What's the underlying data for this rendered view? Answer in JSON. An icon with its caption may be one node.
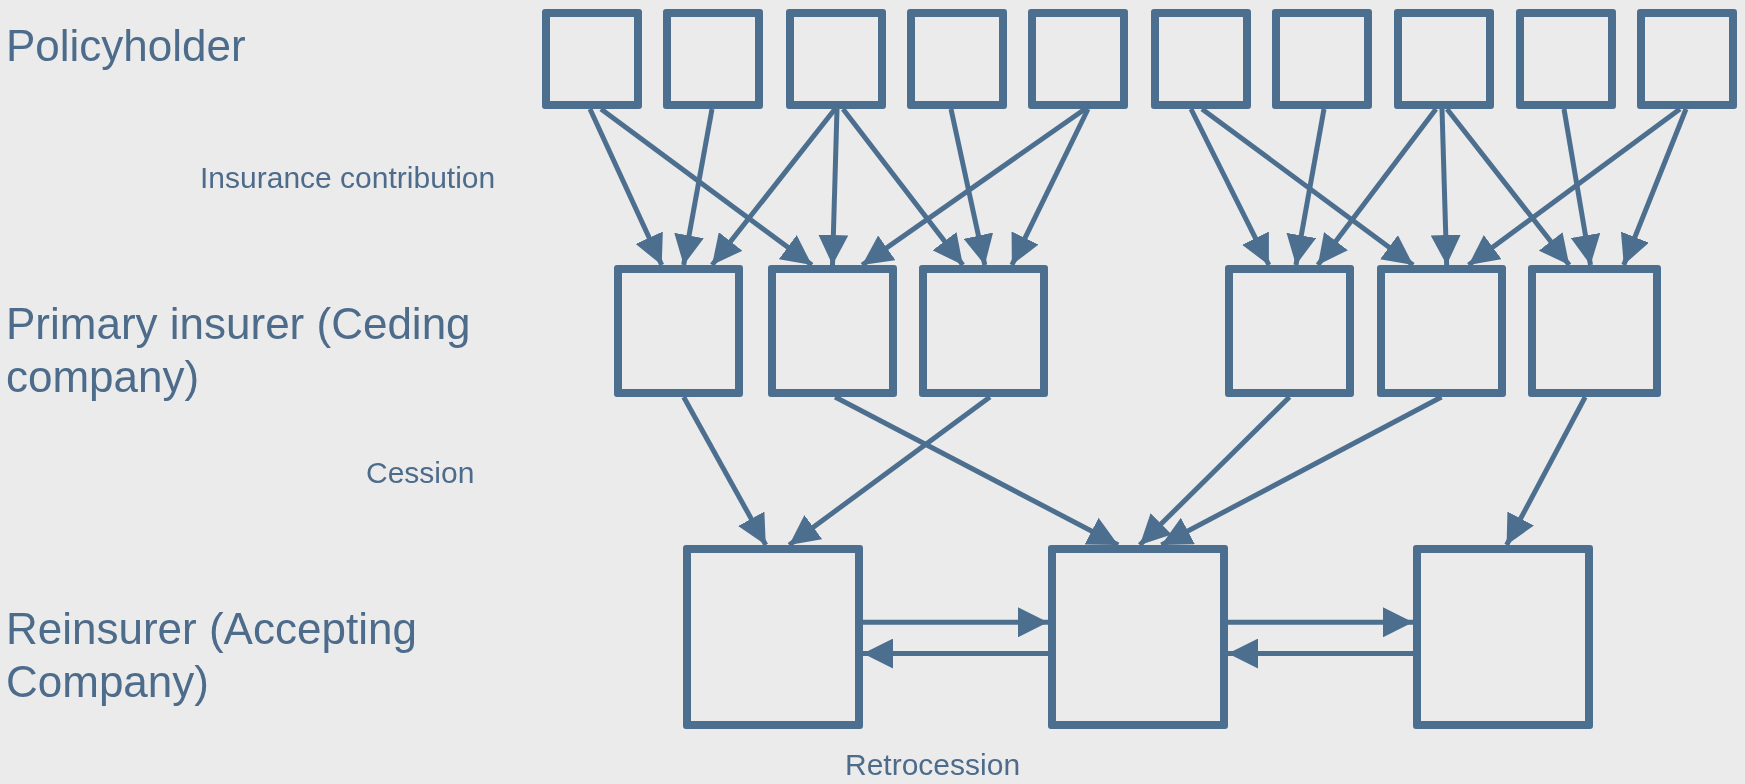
{
  "diagram": {
    "nodes": [
      {
        "text": [],
        "shape": "box"
      },
      {
        "text": [],
        "shape": "box"
      },
      {
        "text": [],
        "shape": "box"
      },
      {
        "text": [],
        "shape": "box"
      },
      {
        "text": [],
        "shape": "box"
      },
      {
        "text": [],
        "shape": "box"
      },
      {
        "text": [],
        "shape": "box"
      },
      {
        "text": [],
        "shape": "box"
      },
      {
        "text": [],
        "shape": "box"
      },
      {
        "text": [],
        "shape": "box"
      },
      {
        "text": [],
        "shape": "box"
      },
      {
        "text": [],
        "shape": "box"
      },
      {
        "text": [],
        "shape": "box"
      },
      {
        "text": [],
        "shape": "box"
      },
      {
        "text": [],
        "shape": "box"
      },
      {
        "text": [],
        "shape": "box"
      },
      {
        "text": [],
        "shape": "box"
      },
      {
        "text": [],
        "shape": "box"
      },
      {
        "text": [],
        "shape": "box"
      }
    ],
    "edges": [
      {
        "from": 0,
        "to": 10,
        "arrow": "to"
      },
      {
        "from": 0,
        "to": 11,
        "arrow": "to"
      },
      {
        "from": 1,
        "to": 10,
        "arrow": "to"
      },
      {
        "from": 2,
        "to": 10,
        "arrow": "to"
      },
      {
        "from": 2,
        "to": 11,
        "arrow": "to"
      },
      {
        "from": 2,
        "to": 12,
        "arrow": "to"
      },
      {
        "from": 3,
        "to": 12,
        "arrow": "to"
      },
      {
        "from": 4,
        "to": 11,
        "arrow": "to"
      },
      {
        "from": 4,
        "to": 12,
        "arrow": "to"
      },
      {
        "from": 5,
        "to": 13,
        "arrow": "to"
      },
      {
        "from": 5,
        "to": 14,
        "arrow": "to"
      },
      {
        "from": 6,
        "to": 13,
        "arrow": "to"
      },
      {
        "from": 7,
        "to": 13,
        "arrow": "to"
      },
      {
        "from": 7,
        "to": 14,
        "arrow": "to"
      },
      {
        "from": 7,
        "to": 15,
        "arrow": "to"
      },
      {
        "from": 8,
        "to": 15,
        "arrow": "to"
      },
      {
        "from": 9,
        "to": 14,
        "arrow": "to"
      },
      {
        "from": 9,
        "to": 15,
        "arrow": "to"
      },
      {
        "from": 10,
        "to": 16,
        "arrow": "to"
      },
      {
        "from": 12,
        "to": 16,
        "arrow": "to"
      },
      {
        "from": 11,
        "to": 17,
        "arrow": "to"
      },
      {
        "from": 13,
        "to": 17,
        "arrow": "to"
      },
      {
        "from": 14,
        "to": 17,
        "arrow": "to"
      },
      {
        "from": 15,
        "to": 18,
        "arrow": "to"
      },
      {
        "from": 16,
        "to": 17,
        "arrow": "to"
      },
      {
        "from": 17,
        "to": 16,
        "arrow": "to"
      },
      {
        "from": 17,
        "to": 18,
        "arrow": "to"
      },
      {
        "from": 18,
        "to": 17,
        "arrow": "to"
      }
    ],
    "labels": [
      "Policyholder",
      "Insurance contribution",
      "Primary insurer (Ceding company)",
      "Cession",
      "Reinsurer (Accepting Company)",
      "Retrocession"
    ]
  }
}
